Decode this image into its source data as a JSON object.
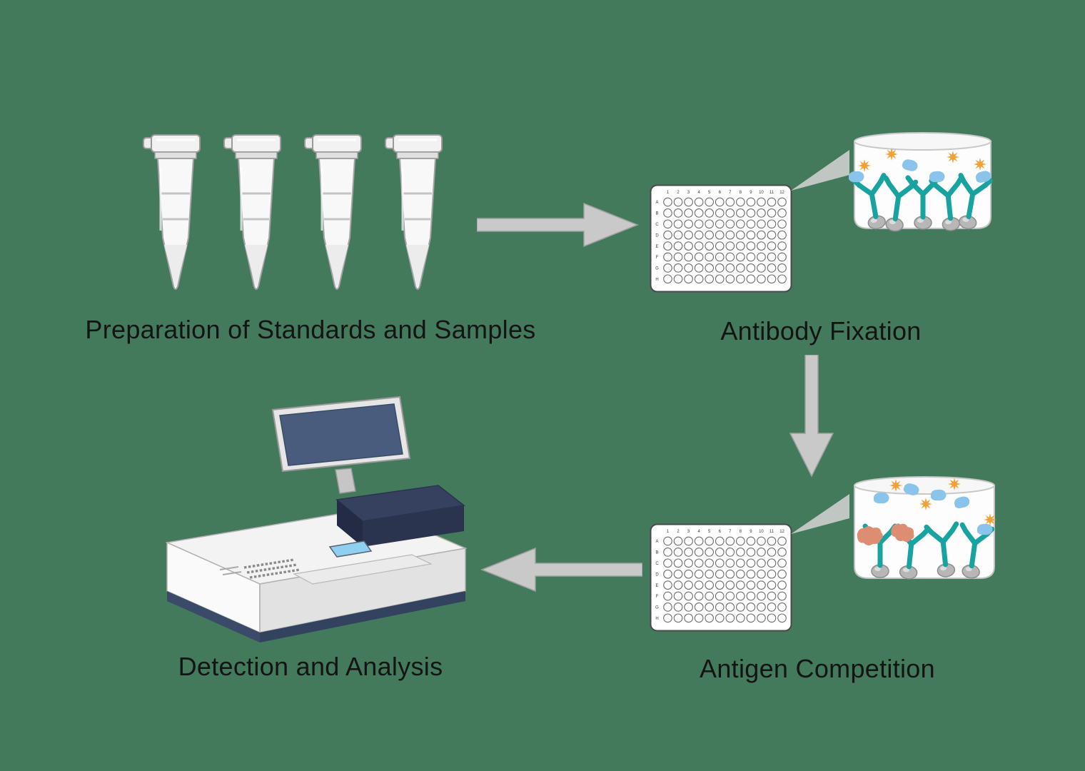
{
  "steps": {
    "preparation": {
      "label": "Preparation of Standards and Samples"
    },
    "antibody_fixation": {
      "label": "Antibody Fixation"
    },
    "antigen_competition": {
      "label": "Antigen Competition"
    },
    "detection": {
      "label": "Detection and Analysis"
    }
  },
  "plate": {
    "column_labels": [
      "1",
      "2",
      "3",
      "4",
      "5",
      "6",
      "7",
      "8",
      "9",
      "10",
      "11",
      "12"
    ],
    "row_labels": [
      "A",
      "B",
      "C",
      "D",
      "E",
      "F",
      "G",
      "H"
    ]
  },
  "colors": {
    "background": "#447a5c",
    "label_text": "#141414",
    "antibody_teal": "#18a3a0",
    "antigen_blue": "#8ac4ea",
    "competitor_antigen_salmon": "#dd8e72",
    "enzyme_star_orange": "#f2a137",
    "bead_gray": "#b7b7b7",
    "arrow_gray": "#c9c9c9",
    "instrument_navy": "#35415e",
    "instrument_screen_blue": "#8fd0f0"
  }
}
